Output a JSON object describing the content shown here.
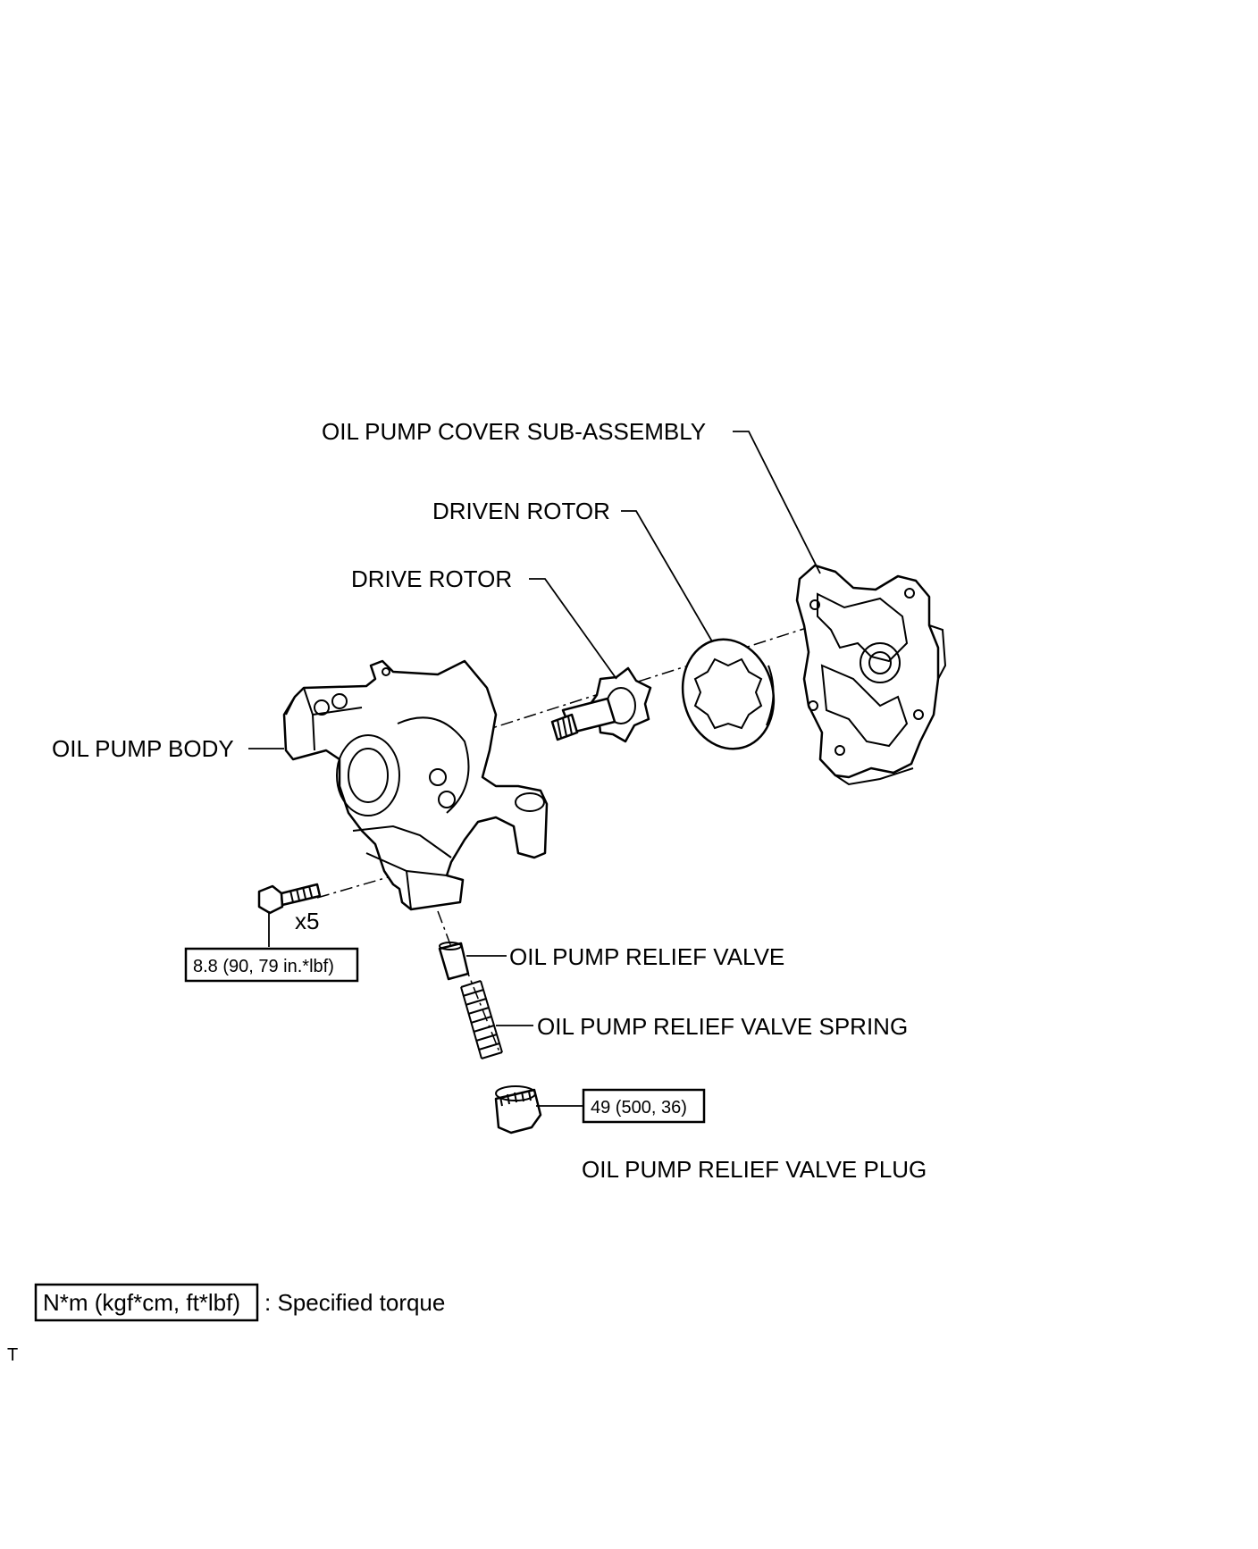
{
  "labels": {
    "cover": "OIL PUMP COVER SUB-ASSEMBLY",
    "driven_rotor": "DRIVEN ROTOR",
    "drive_rotor": "DRIVE ROTOR",
    "body": "OIL PUMP BODY",
    "relief_valve": "OIL PUMP RELIEF VALVE",
    "relief_spring": "OIL PUMP RELIEF VALVE SPRING",
    "relief_plug": "OIL PUMP RELIEF VALVE PLUG",
    "bolt_qty": "x5"
  },
  "torques": {
    "bolt": "8.8 (90, 79 in.*lbf)",
    "plug": "49 (500, 36)"
  },
  "legend": {
    "unit_box": "N*m (kgf*cm, ft*lbf)",
    "description": ": Specified torque"
  },
  "corner_mark": "T"
}
